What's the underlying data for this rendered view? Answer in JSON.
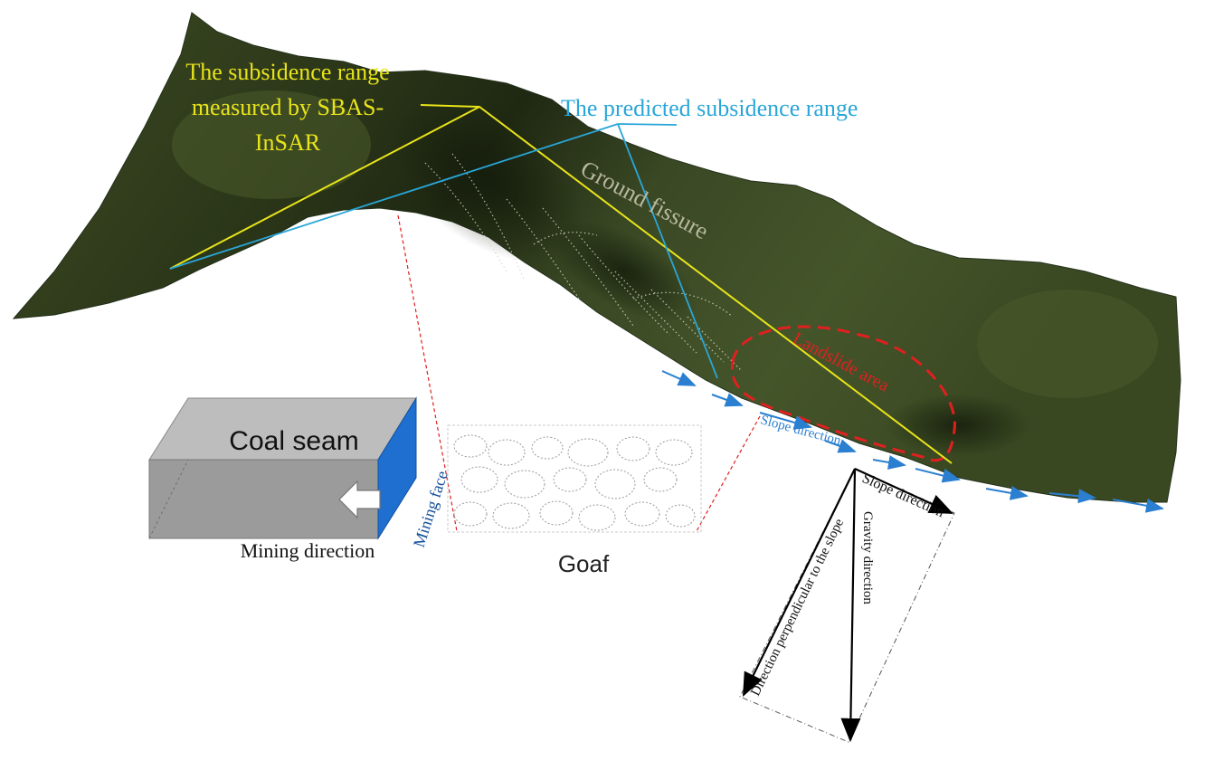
{
  "labels": {
    "sbas_range": [
      "The subsidence range",
      "measured by SBAS-",
      "InSAR"
    ],
    "predicted_range": "The predicted subsidence range",
    "ground_fissure": "Ground fissure",
    "landslide_area": "Landslide area",
    "coal_seam": "Coal seam",
    "mining_face": "Mining face",
    "mining_direction": "Mining direction",
    "goaf": "Goaf",
    "slope_direction_ground": "Slope direction",
    "slope_direction_vector": "Slope direction",
    "gravity_direction": "Gravity direction",
    "perpendicular_direction": "Direction perpendicular to the slope"
  },
  "colors": {
    "sbas_yellow": "#e8e41a",
    "predicted_cyan": "#29a6d8",
    "landslide_red": "#e02020",
    "slope_blue": "#2a7fd0",
    "terrain_dark": "#2e3a1c",
    "terrain_mid": "#4a5a2a",
    "coal_top": "#bdbdbd",
    "coal_front": "#9b9b9b",
    "mining_face_blue": "#1f6fd0"
  }
}
